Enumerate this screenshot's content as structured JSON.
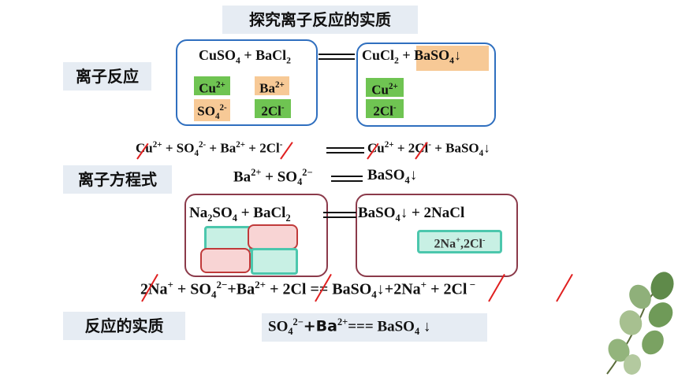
{
  "title": "探究离子反应的实质",
  "labels": {
    "ionic_reaction": "离子反应",
    "ionic_equation": "离子方程式",
    "essence": "反应的实质"
  },
  "reaction1": {
    "left": {
      "a": "CuSO",
      "a_sub": "4",
      "plus": " + ",
      "b": "BaCl",
      "b_sub": "2"
    },
    "right": {
      "a": "CuCl",
      "a_sub": "2",
      "plus": " + ",
      "b": "BaSO",
      "b_sub": "4",
      "arrow": "↓"
    },
    "ions_left": [
      {
        "base": "Cu",
        "sup": "2+"
      },
      {
        "base": "Ba",
        "sup": "2+"
      },
      {
        "base": "SO",
        "sub": "4",
        "sup": "2-"
      },
      {
        "base": "2Cl",
        "sup": "-"
      }
    ],
    "ions_right": [
      {
        "base": "Cu",
        "sup": "2+"
      },
      {
        "base": "2Cl",
        "sup": "-"
      }
    ]
  },
  "full_ionic": {
    "cu": "Cu",
    "cu_sup": "2+",
    "plus1": " + ",
    "so": "SO",
    "so_sub": "4",
    "so_sup": "2-",
    "plus2": " + ",
    "ba": "Ba",
    "ba_sup": "2+",
    "plus3": " + ",
    "cl": "2Cl",
    "cl_sup": "-",
    "r_cu": "Cu",
    "r_cu_sup": "2+",
    "r_plus1": " + ",
    "r_cl": "2Cl",
    "r_cl_sup": "-",
    "r_plus2": " + ",
    "r_baso": "BaSO",
    "r_baso_sub": "4",
    "r_arrow": "↓"
  },
  "net_ionic": {
    "ba": "Ba",
    "ba_sup": "2+",
    "plus": " + ",
    "so": "SO",
    "so_sub": "4",
    "so_sup": "2−",
    "baso": "BaSO",
    "baso_sub": "4",
    "arrow": "↓"
  },
  "reaction2": {
    "left": {
      "a": "Na",
      "a_sub": "2",
      "a2": "SO",
      "a2_sub": "4",
      "plus": " + ",
      "b": "BaCl",
      "b_sub": "2"
    },
    "right": {
      "a": "BaSO",
      "a_sub": "4",
      "arrow": "↓",
      "plus": " + ",
      "b": "2NaCl"
    },
    "ion_note": {
      "base": "2Na",
      "sup": "+",
      "mid": ",2Cl",
      "sup2": "-"
    }
  },
  "full_ionic2": {
    "na": "2Na",
    "na_sup": "+",
    "plus1": " + ",
    "so": "SO",
    "so_sub": "4",
    "so_sup": "2−",
    "plus2": "+",
    "ba": "Ba",
    "ba_sup": "2+",
    "plus3": " + ",
    "cl": "2Cl",
    "eq": " == ",
    "baso": "BaSO",
    "baso_sub": "4",
    "arrow": "↓",
    "plus4": "+",
    "rna": "2Na",
    "rna_sup": "+",
    "plus5": " + ",
    "rcl": "2Cl",
    "rcl_sup": " −"
  },
  "essence_eq": {
    "so": "SO",
    "so_sub": "4",
    "so_sup": "2−",
    "ba": "+Ba",
    "ba_sup": "2+",
    "eq": "===",
    "baso": "  BaSO",
    "baso_sub": "4",
    "arrow": " ↓"
  },
  "colors": {
    "blue_border": "#2f6fbf",
    "red_border": "#8b3a4a",
    "ion_green": "#6fc452",
    "ion_orange": "#f7c996",
    "slash_red": "#e02020"
  }
}
